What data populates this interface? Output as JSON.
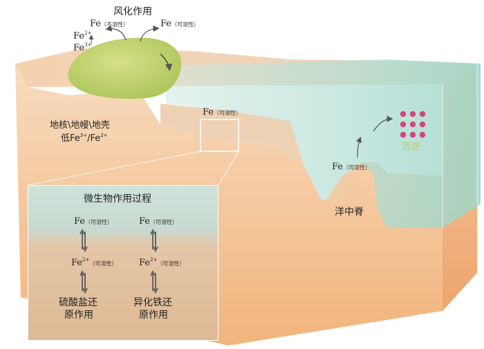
{
  "weathering": {
    "title": "风化作用",
    "fe_left": "Fe",
    "fe_left_note": "（不溶性）",
    "fe_right": "Fe",
    "fe_right_note": "（可溶性）",
    "fe2": "Fe",
    "fe2_sup": "2+",
    "fe3": "Fe",
    "fe3_sup": "3+"
  },
  "crust": {
    "line1": "地核\\地幔\\地壳",
    "line2_prefix": "低Fe",
    "line2_sup1": "3+",
    "line2_mid": "/Fe",
    "line2_sup2": "2+"
  },
  "shelf": {
    "fe": "Fe",
    "note": "（可溶性）"
  },
  "ridge": {
    "fe": "Fe",
    "note": "（可溶性）",
    "label": "洋中脊"
  },
  "sediment": {
    "label": "沉淀",
    "dot_color": "#d6437f"
  },
  "inset": {
    "title": "微生物作用过程",
    "col1": {
      "fe_top": "Fe",
      "note_top": "（可溶性）",
      "fe_mid": "Fe",
      "sup_mid": "2+",
      "note_mid": "（可溶性）",
      "process_line1": "硫酸盐还",
      "process_line2": "原作用"
    },
    "col2": {
      "fe_top": "Fe",
      "note_top": "（可溶性）",
      "fe_mid": "Fe",
      "sup_mid": "2+",
      "note_mid": "（可溶性）",
      "process_line1": "异化铁还",
      "process_line2": "原作用"
    }
  },
  "colors": {
    "land": "#f4c294",
    "ocean": "#a7d9cc",
    "hill": "#b7cc62",
    "arrow": "#6b6b6b"
  }
}
